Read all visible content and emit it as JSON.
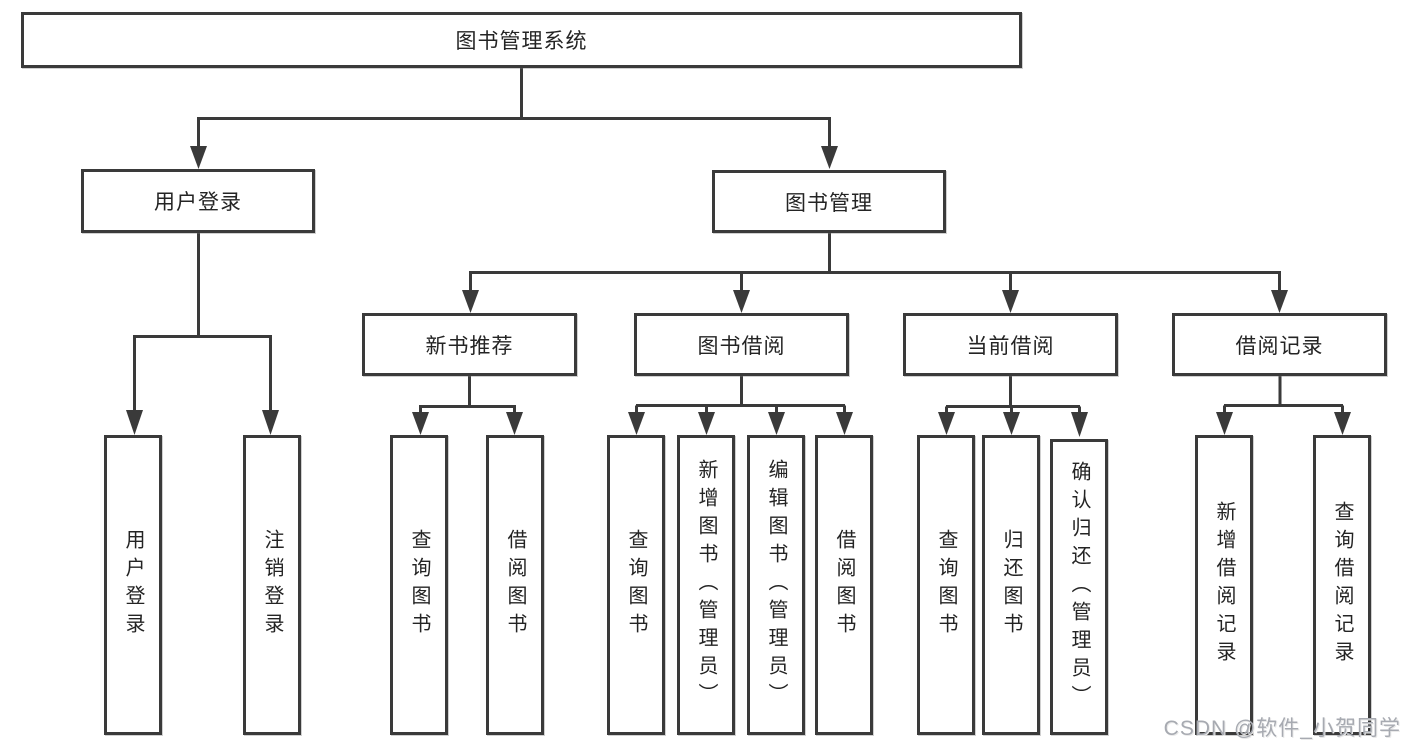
{
  "diagram": {
    "line_color": "#3a3a3a",
    "box_border_color": "#3a3a3a",
    "text_color": "#242424",
    "background_color": "#ffffff",
    "nodes": {
      "root": "图书管理系统",
      "user_login": "用户登录",
      "book_mgmt": "图书管理",
      "new_book_rec": "新书推荐",
      "book_borrow": "图书借阅",
      "current_borrow": "当前借阅",
      "borrow_records": "借阅记录",
      "leaf_user_login": "用户登录",
      "leaf_logout": "注销登录",
      "leaf_query_book_a": "查询图书",
      "leaf_borrow_book_a": "借阅图书",
      "leaf_query_book_b": "查询图书",
      "leaf_add_book": "新增图书（管理员）",
      "leaf_edit_book": "编辑图书（管理员）",
      "leaf_borrow_book_b": "借阅图书",
      "leaf_query_book_c": "查询图书",
      "leaf_return_book": "归还图书",
      "leaf_confirm_return": "确认归还（管理员）",
      "leaf_add_record": "新增借阅记录",
      "leaf_query_record": "查询借阅记录"
    }
  },
  "watermark": {
    "text": "CSDN @软件_小贺同学",
    "color": "#a7aab1"
  }
}
